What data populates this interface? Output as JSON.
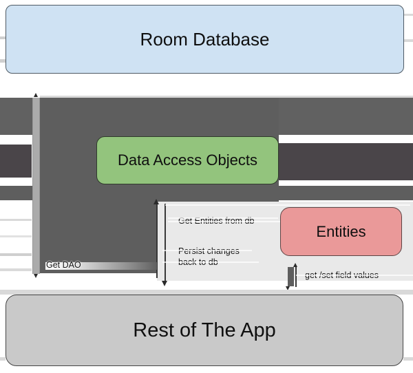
{
  "nodes": {
    "room_database": {
      "label": "Room Database",
      "fill": "#cfe2f3"
    },
    "data_access_objects": {
      "label": "Data Access Objects",
      "fill": "#93c47d"
    },
    "entities": {
      "label": "Entities",
      "fill": "#ea9999"
    },
    "rest_of_the_app": {
      "label": "Rest of The App",
      "fill": "#c9c9c9"
    }
  },
  "edge_labels": {
    "get_dao": "Get DAO",
    "get_entities_from_db": "Get Entities from db",
    "persist_changes_line1": "Persist changes",
    "persist_changes_line2": "back to db",
    "get_set_field_values": "get /set field values"
  },
  "colors": {
    "background": "#ffffff",
    "band_dark": "#5e5e5e",
    "band_dark_alt": "#616161",
    "band_darker": "#4a4549",
    "strip_light": "#ababab",
    "panel_light": "#e9e9e9",
    "bottom_band": "#d9d9d9",
    "arrow_line": "#383838"
  }
}
